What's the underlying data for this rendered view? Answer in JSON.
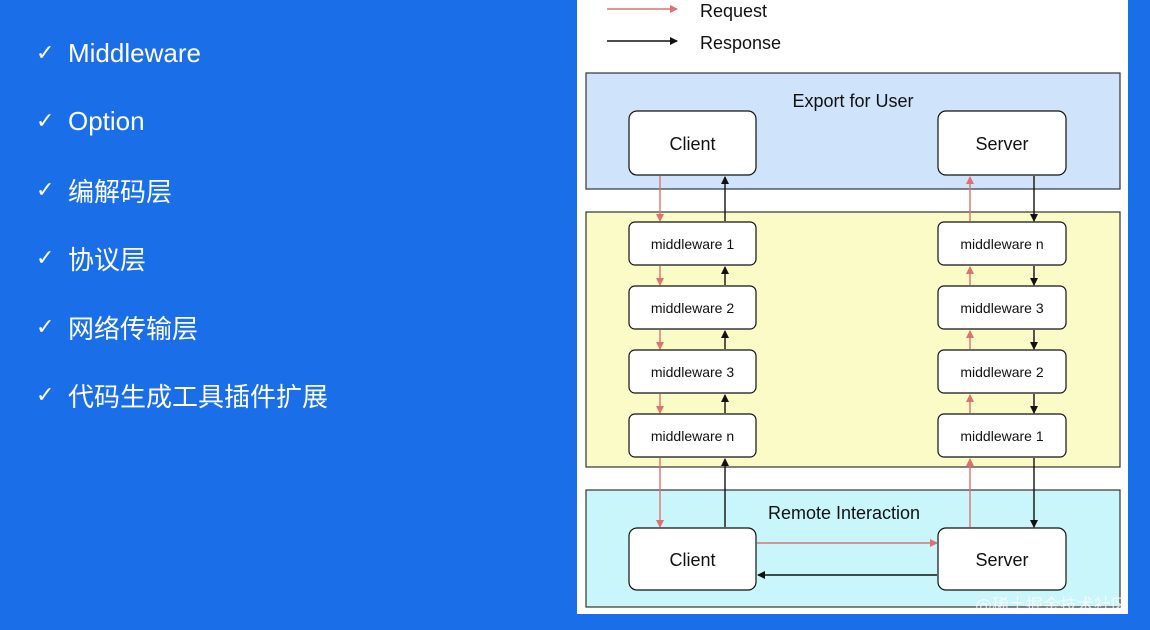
{
  "bullets": [
    {
      "check": "✓",
      "label": "Middleware"
    },
    {
      "check": "✓",
      "label": "Option"
    },
    {
      "check": "✓",
      "label": "编解码层"
    },
    {
      "check": "✓",
      "label": "协议层"
    },
    {
      "check": "✓",
      "label": "网络传输层"
    },
    {
      "check": "✓",
      "label": "代码生成工具插件扩展"
    }
  ],
  "diagram": {
    "legend": {
      "request": "Request",
      "response": "Response"
    },
    "export_section": {
      "title": "Export for User",
      "client": "Client",
      "server": "Server"
    },
    "client_middlewares": [
      "middleware 1",
      "middleware 2",
      "middleware 3",
      "middleware n"
    ],
    "server_middlewares": [
      "middleware n",
      "middleware 3",
      "middleware 2",
      "middleware 1"
    ],
    "remote_section": {
      "title": "Remote Interaction",
      "client": "Client",
      "server": "Server"
    }
  },
  "colors": {
    "background": "#1a6fe8",
    "request_arrow": "#e07070",
    "response_arrow": "#111111",
    "export_fill": "#cfe3fb",
    "middleware_fill": "#fbfbc8",
    "remote_fill": "#c8f6fb"
  },
  "watermark": "@稀土掘金技术社区"
}
